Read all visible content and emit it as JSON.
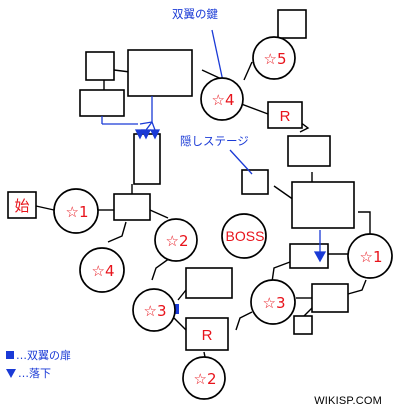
{
  "annotations": {
    "twin_wing_key": "双翼の鍵",
    "hidden_stage": "隠しステージ"
  },
  "legend": {
    "door_label": "…双翼の扉",
    "fall_label": "…落下"
  },
  "nodes": {
    "start": "始",
    "star1_left": "☆1",
    "star1_right": "☆1",
    "star2_mid": "☆2",
    "star2_bottom": "☆2",
    "star3_left": "☆3",
    "star3_right": "☆3",
    "star4_top": "☆4",
    "star4_left": "☆4",
    "star5": "☆5",
    "boss": "BOSS",
    "r_top": "R",
    "r_bottom": "R"
  },
  "colors": {
    "node_text": "#e8141c",
    "annotation": "#1a3ad6",
    "line": "#000000"
  },
  "watermark": "WIKISP.COM"
}
